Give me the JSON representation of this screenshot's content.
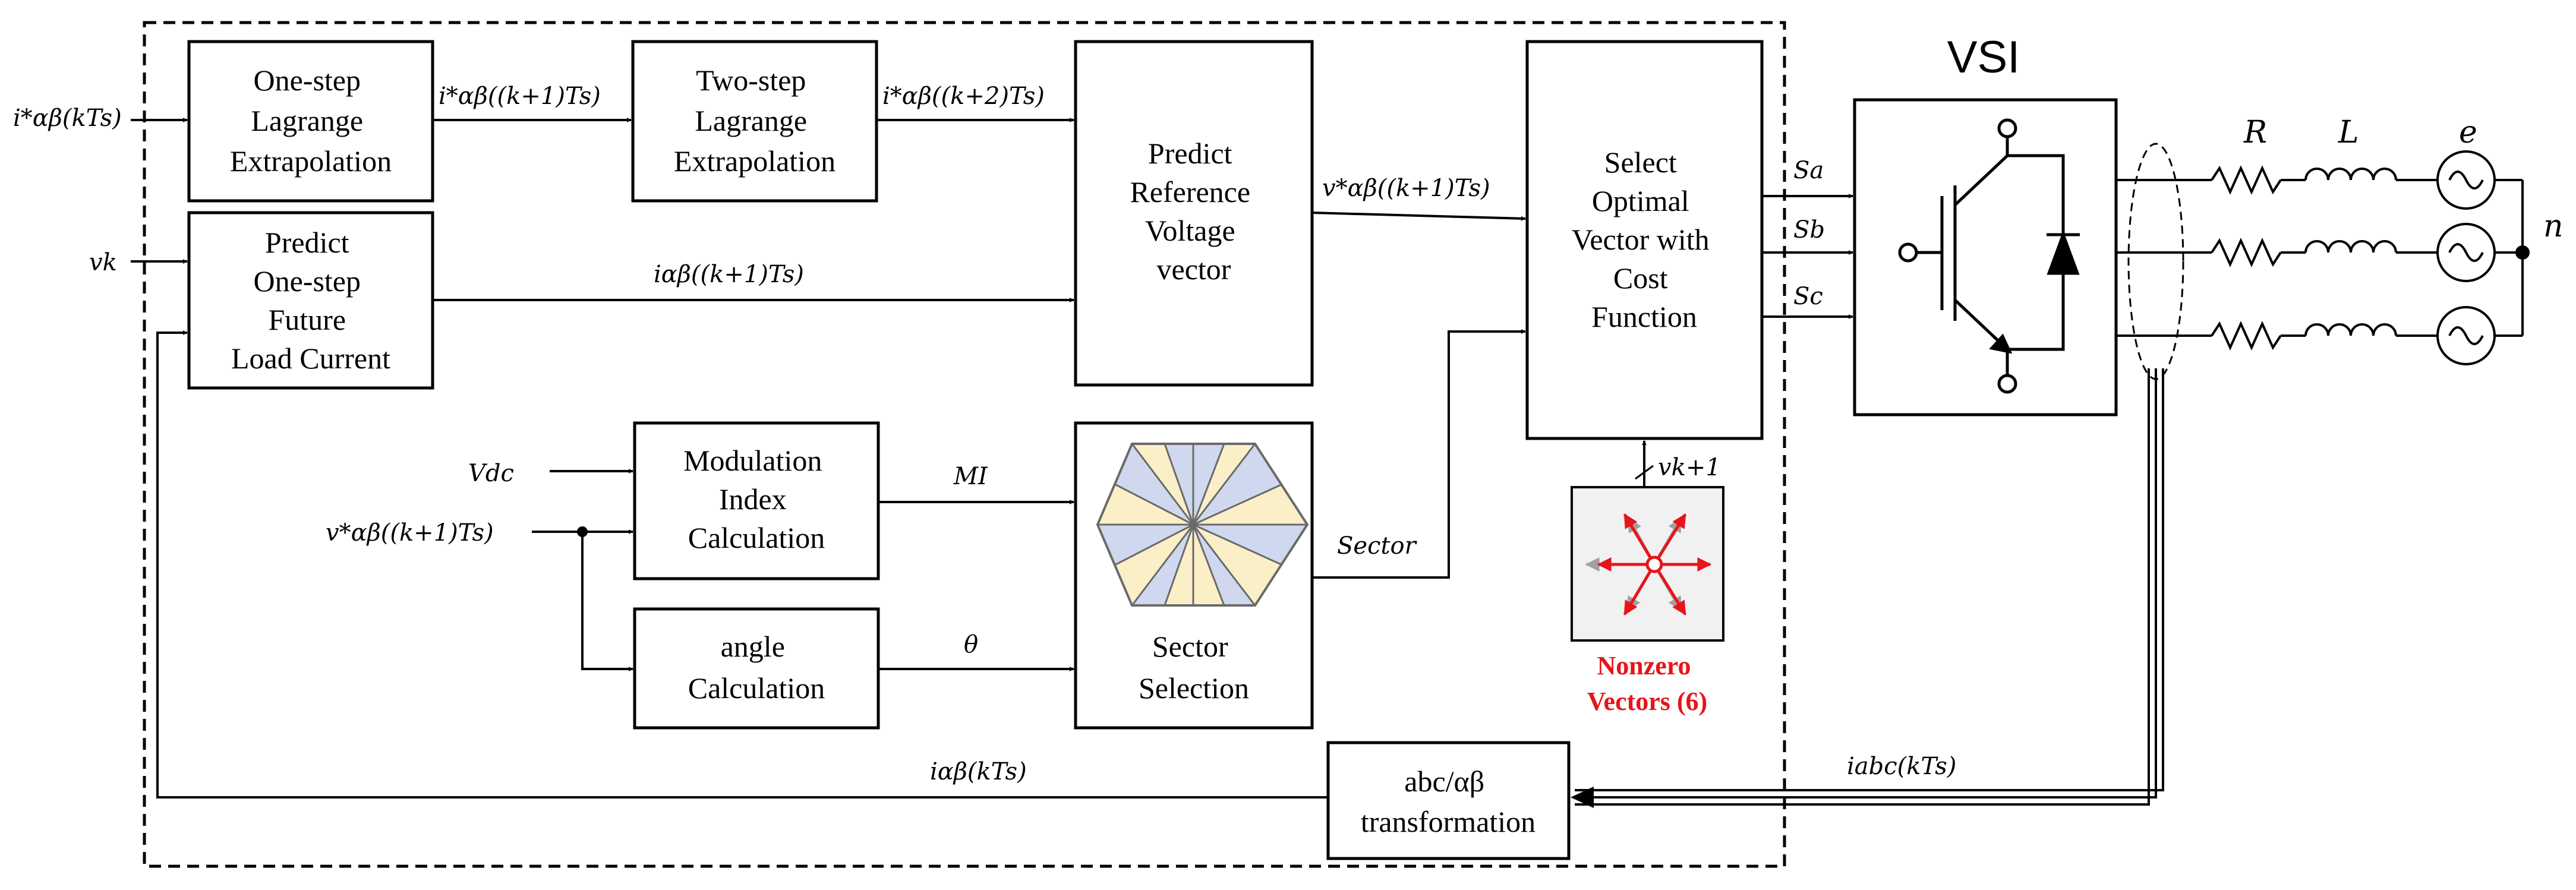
{
  "blocks": {
    "lagrange1": [
      "One-step",
      "Lagrange",
      "Extrapolation"
    ],
    "lagrange2": [
      "Two-step",
      "Lagrange",
      "Extrapolation"
    ],
    "predict_current": [
      "Predict",
      "One-step",
      "Future",
      "Load Current"
    ],
    "predict_voltage": [
      "Predict",
      "Reference",
      "Voltage",
      "vector"
    ],
    "select_optimal": [
      "Select",
      "Optimal",
      "Vector with",
      "Cost",
      "Function"
    ],
    "modulation": [
      "Modulation",
      "Index",
      "Calculation"
    ],
    "angle": [
      "angle",
      "Calculation"
    ],
    "sector_selection": [
      "Sector",
      "Selection"
    ],
    "transformation": [
      "abc/αβ",
      "transformation"
    ]
  },
  "signals": {
    "i_ref_k": "i*αβ(kTs)",
    "i_ref_k1": "i*αβ((k+1)Ts)",
    "i_ref_k2": "i*αβ((k+2)Ts)",
    "v_k": "vk",
    "i_pred_k1": "iαβ((k+1)Ts)",
    "v_ref_k1": "v*αβ((k+1)Ts)",
    "vdc": "Vdc",
    "v_ref_k1_in": "v*αβ((k+1)Ts)",
    "mi": "MI",
    "theta": "θ",
    "sector": "Sector",
    "v_next": "vk+1",
    "sa": "Sa",
    "sb": "Sb",
    "sc": "Sc",
    "i_abc": "iabc(kTs)",
    "i_ab_k": "iαβ(kTs)"
  },
  "inverter": {
    "title": "VSI",
    "r": "R",
    "l": "L",
    "e": "e",
    "n": "n"
  },
  "nonzero": [
    "Nonzero",
    "Vectors (6)"
  ],
  "colors": {
    "accent_red": "#e8141b",
    "sector_blue": "#cfd8ee",
    "sector_yellow": "#fbefc8",
    "vector_gray": "#a0a0a0",
    "nonzero_bg": "#f1f1f1"
  }
}
